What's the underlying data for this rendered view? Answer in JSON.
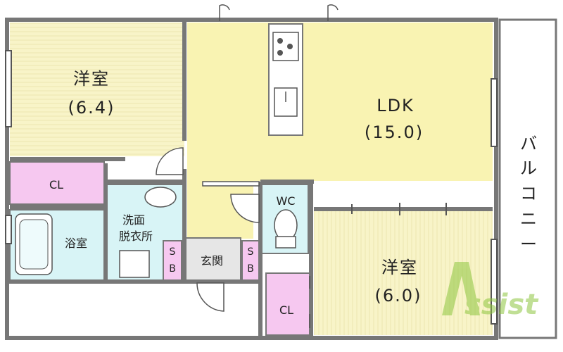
{
  "rooms": {
    "western_room_1": {
      "name": "洋室",
      "size": "(6.4)"
    },
    "ldk": {
      "name": "LDK",
      "size": "(15.0)"
    },
    "western_room_2": {
      "name": "洋室",
      "size": "(6.0)"
    },
    "closet_1": "CL",
    "closet_2": "CL",
    "bathroom": "浴室",
    "washroom": {
      "line1": "洗面",
      "line2": "脱衣所"
    },
    "toilet": "WC",
    "entrance": "玄関",
    "shoe_box_1": {
      "line1": "S",
      "line2": "B"
    },
    "shoe_box_2": {
      "line1": "S",
      "line2": "B"
    }
  },
  "balcony": {
    "chars": [
      "バ",
      "ル",
      "コ",
      "ニ",
      "ー"
    ]
  },
  "watermark": {
    "text": "Assist"
  },
  "colors": {
    "western_room": "#f8f4c8",
    "ldk": "#f9f3b2",
    "wet_area": "#d8f4f6",
    "closet": "#f6c8f0",
    "entrance": "#e6e6e6",
    "wall": "#777777",
    "balcony": "#ffffff",
    "watermark": "#8ec63f"
  }
}
